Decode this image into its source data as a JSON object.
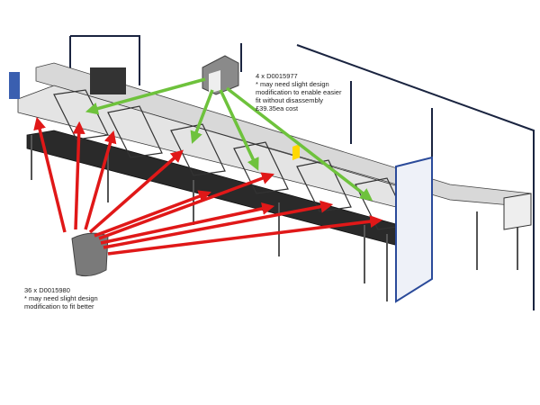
{
  "annotations": {
    "top_part": {
      "quantity_line": "4 x D0015977",
      "note_line1": "* may need slight design",
      "note_line2": "modification to enable easier",
      "note_line3": "fit without disassembly",
      "cost_line": "£39.35ea cost",
      "arrow_color": "#6ec23c"
    },
    "bottom_part": {
      "quantity_line": "36 x D0015980",
      "note_line1": "* may need slight design",
      "note_line2": "modification to fit better",
      "arrow_color": "#e01818"
    }
  },
  "colors": {
    "frame": "#1a2440",
    "guard_blue": "#2a4a9a",
    "rail": "#c8c8c8"
  }
}
